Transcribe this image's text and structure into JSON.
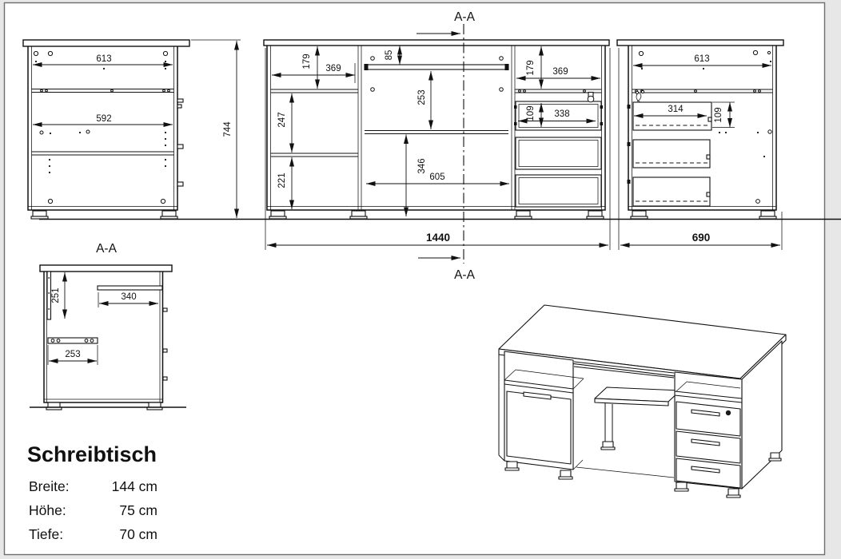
{
  "colors": {
    "background": "#e7e7e7",
    "paper": "#ffffff",
    "line": "#111111",
    "frame": "#6e6e6e"
  },
  "section_marker": {
    "top": "A-A",
    "bottom": "A-A"
  },
  "left_side_view": {
    "dim_top_width": "613",
    "dim_mid_width": "592",
    "dim_height": "744"
  },
  "front_view": {
    "dim_left_shelf_height": "179",
    "dim_left_shelf_width": "369",
    "dim_rail_gap": "85",
    "dim_tray_height": "253",
    "dim_left_mid_height": "247",
    "dim_left_bottom_height": "221",
    "dim_knee_height": "346",
    "dim_knee_width": "605",
    "dim_right_shelf_height": "179",
    "dim_right_shelf_width": "369",
    "dim_drawer_height": "109",
    "dim_drawer_width": "338",
    "dim_total_width": "1440"
  },
  "right_side_view": {
    "dim_top_width": "613",
    "dim_drawer_depth": "314",
    "dim_drawer_height": "109",
    "dim_total_depth": "690"
  },
  "section_view": {
    "label": "A-A",
    "dim_back_panel_height": "251",
    "dim_tray_depth": "340",
    "dim_bracket_width": "253"
  },
  "title_block": {
    "product_name": "Schreibtisch",
    "specs": [
      {
        "label": "Breite:",
        "value": "144 cm"
      },
      {
        "label": "Höhe:",
        "value": "75 cm"
      },
      {
        "label": "Tiefe:",
        "value": "70 cm"
      }
    ]
  }
}
